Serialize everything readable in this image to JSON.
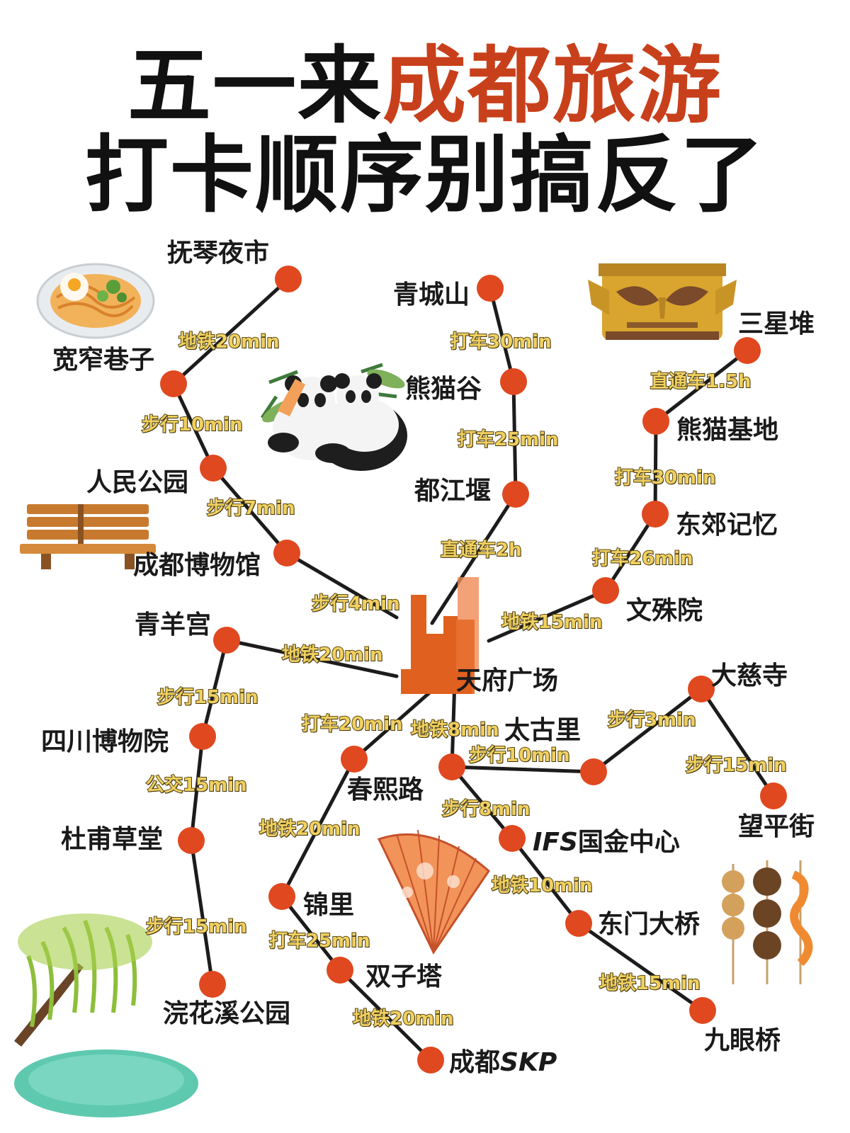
{
  "title": {
    "line1_a": "五一来",
    "line1_b": "成都旅游",
    "line2": "打卡顺序别搞反了"
  },
  "colors": {
    "accent": "#c8401b",
    "node": "#e0481f",
    "line": "#1c1c1c",
    "time_text": "#f0d060"
  },
  "places": {
    "fuqin": "抚琴夜市",
    "kuanzhai": "宽窄巷子",
    "renmin": "人民公园",
    "chengdu_museum": "成都博物馆",
    "qingcheng": "青城山",
    "xiongmaogu": "熊猫谷",
    "dujiangyan": "都江堰",
    "sanxingdui": "三星堆",
    "xiongmao_base": "熊猫基地",
    "dongjiao": "东郊记忆",
    "wenshu": "文殊院",
    "tianfu": "天府广场",
    "qingyang": "青羊宫",
    "sichuan_museum": "四川博物院",
    "dufu": "杜甫草堂",
    "huanhuaxi": "浣花溪公园",
    "chunxi": "春熙路",
    "jinli": "锦里",
    "shuangzi": "双子塔",
    "skp_a": "成都",
    "skp_b": "SKP",
    "taikoo": "太古里",
    "daci": "大慈寺",
    "wangping": "望平街",
    "ifs_a": "IFS",
    "ifs_b": "国金中心",
    "dongmen": "东门大桥",
    "jiuyan": "九眼桥"
  },
  "times": {
    "fuqin_kuanzhai": "地铁20min",
    "kuanzhai_renmin": "步行10min",
    "renmin_museum": "步行7min",
    "museum_tianfu": "步行4min",
    "qingcheng_xmg": "打车30min",
    "xmg_djy": "打车25min",
    "djy_tianfu": "直通车2h",
    "sxd_base": "直通车1.5h",
    "base_dongjiao": "打车30min",
    "dongjiao_wenshu": "打车26min",
    "wenshu_tianfu": "地铁15min",
    "qingyang_tianfu": "地铁20min",
    "qingyang_scm": "步行15min",
    "scm_dufu": "公交15min",
    "dufu_hhx": "步行15min",
    "tianfu_chunxi": "打车20min",
    "tianfu_taikoo": "地铁8min",
    "chunxi_jinli": "地铁20min",
    "jinli_shuangzi": "打车25min",
    "shuangzi_skp": "地铁20min",
    "taikoo_daci": "步行10min",
    "daci_step": "步行3min",
    "daci_wangping": "步行15min",
    "taikoo_ifs": "步行8min",
    "ifs_dongmen": "地铁10min",
    "dongmen_jiuyan": "地铁15min"
  },
  "icons": [
    "noodle-plate-icon",
    "panda-icon",
    "sanxingdui-mask-icon",
    "park-bench-icon",
    "tianfu-skyline-icon",
    "folding-fan-icon",
    "skewers-icon",
    "willow-pond-icon"
  ]
}
